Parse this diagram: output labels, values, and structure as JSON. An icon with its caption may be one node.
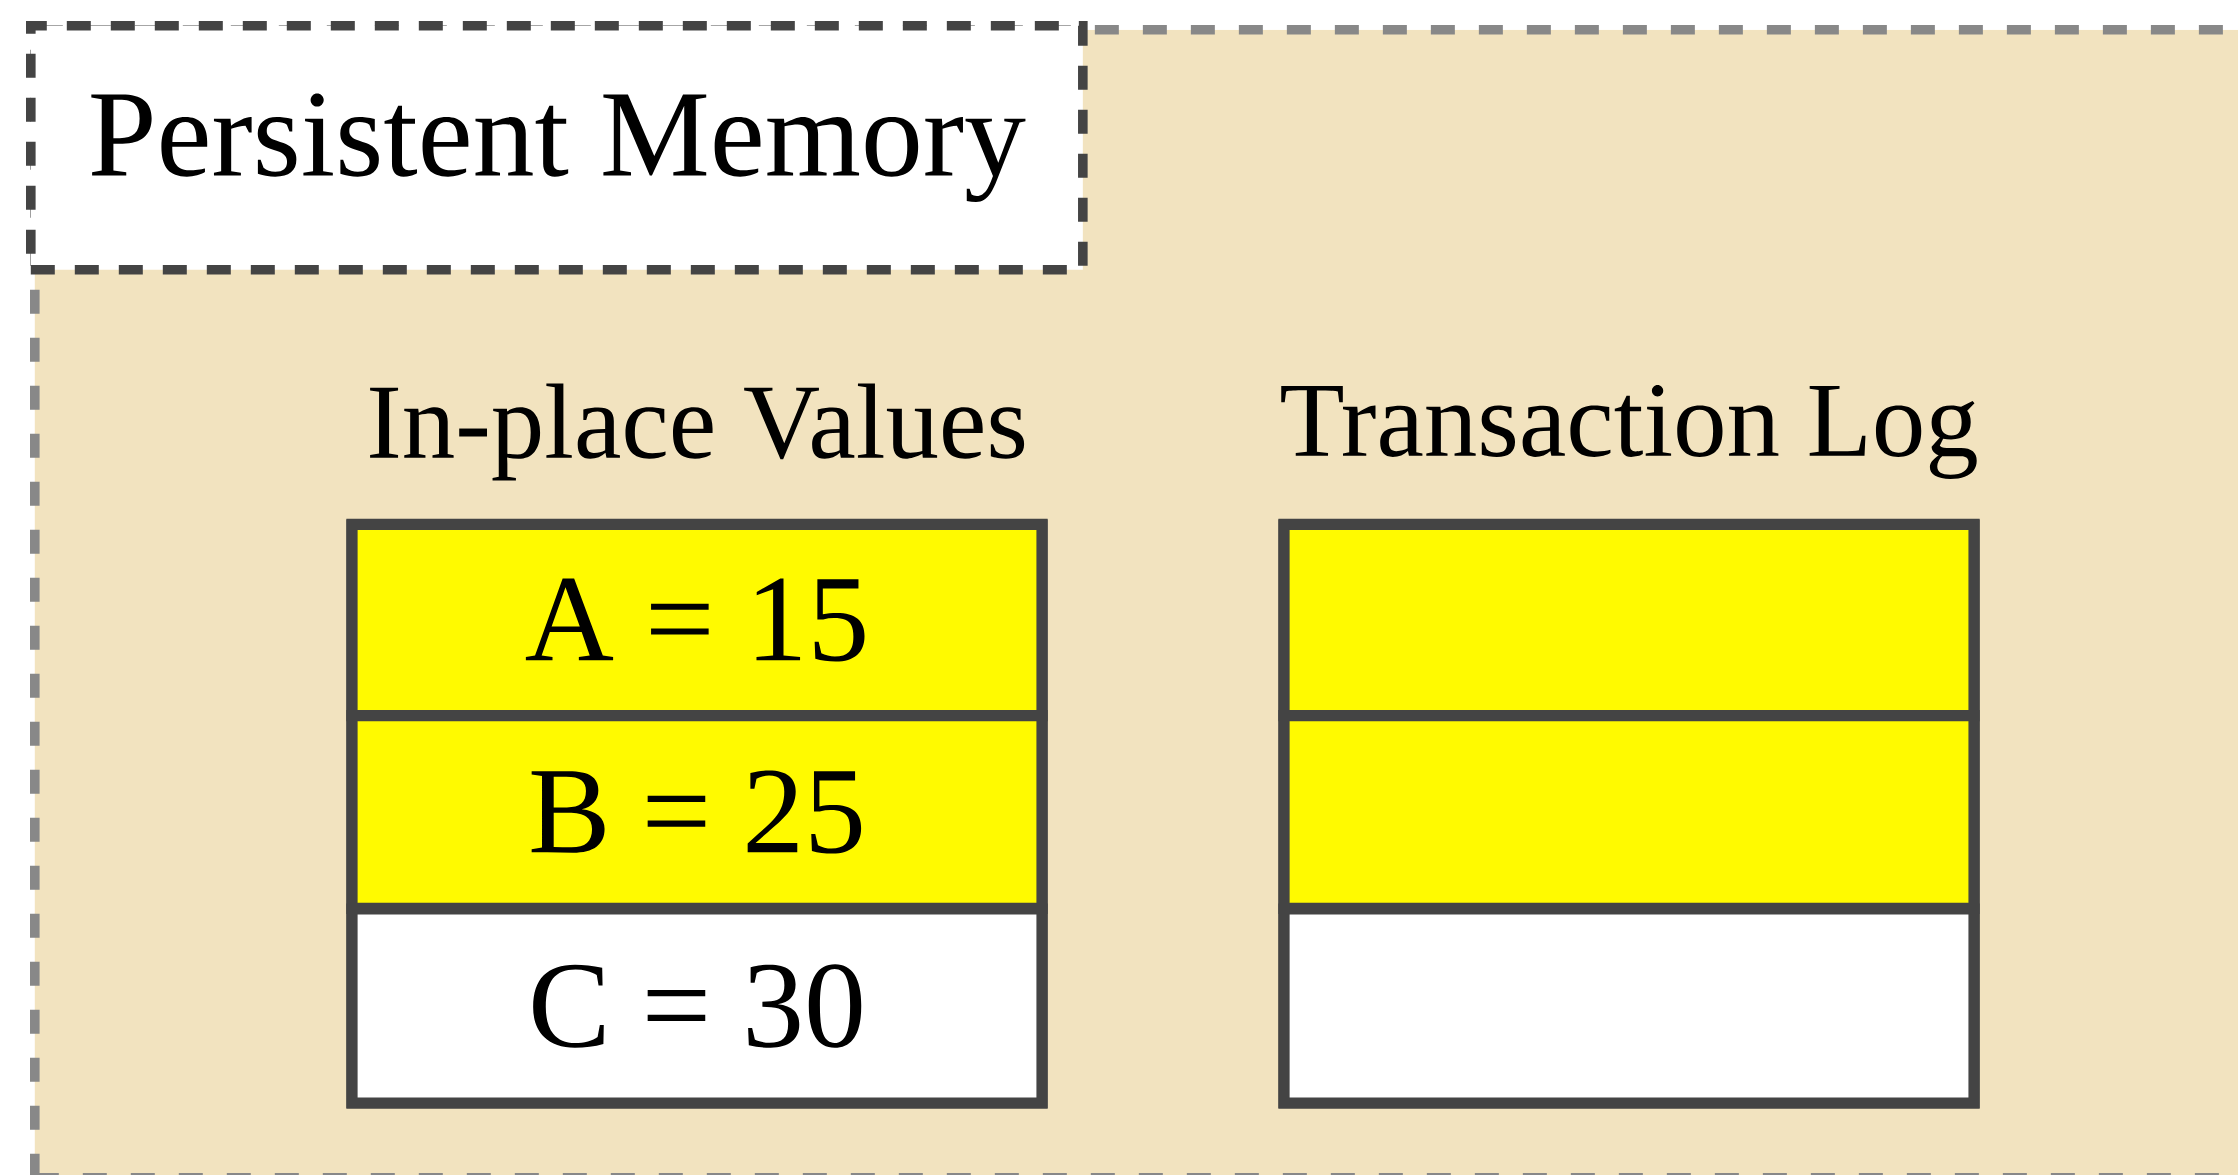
{
  "diagram": {
    "nodes": [
      {
        "text": [
          "Persistent Memory"
        ]
      },
      {
        "text": [
          "In-place Values"
        ],
        "in": 0
      },
      {
        "text": [
          "A = 15"
        ],
        "in": 1
      },
      {
        "text": [
          "B = 25"
        ],
        "in": 1
      },
      {
        "text": [
          "C = 30"
        ],
        "in": 1
      },
      {
        "text": [
          "Transaction Log"
        ],
        "in": 0
      },
      {
        "text": [],
        "shape": "box",
        "in": 5
      },
      {
        "text": [],
        "shape": "box",
        "in": 5
      },
      {
        "text": [],
        "shape": "box",
        "in": 5
      }
    ]
  }
}
